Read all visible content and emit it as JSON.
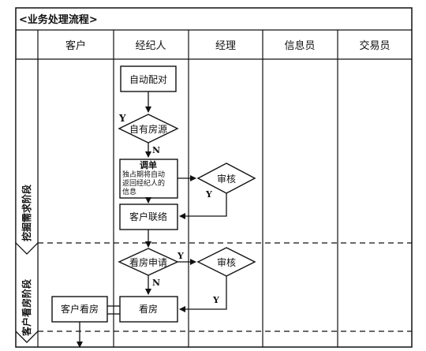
{
  "title": "<业务处理流程>",
  "lanes": [
    "客户",
    "经纪人",
    "经理",
    "信息员",
    "交易员"
  ],
  "phases": [
    "挖掘需求阶段",
    "客户看房阶段"
  ],
  "nodes": {
    "auto_match": "自动配对",
    "own_listing": "自有房源",
    "transfer_title": "调单",
    "transfer_note": [
      "独占期将自动",
      "返回经纪人的",
      "信息"
    ],
    "review1": "审核",
    "contact_client": "客户联络",
    "viewing_request": "看房申请",
    "review2": "审核",
    "client_viewing": "客户看房",
    "viewing": "看房"
  },
  "labels": {
    "y1": "Y",
    "n1": "N",
    "y2": "Y",
    "y3": "Y",
    "n2": "N",
    "y4": "Y"
  }
}
